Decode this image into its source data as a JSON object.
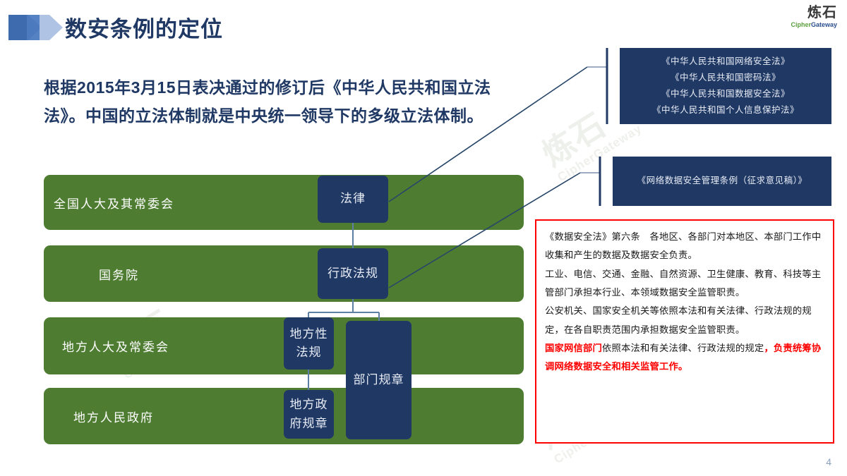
{
  "slide": {
    "title": "数安条例的定位",
    "page_number": "4",
    "accent_navy": "#1F3864",
    "accent_green": "#4E7D32",
    "accent_red": "#ff0000"
  },
  "logo": {
    "cn": "炼石",
    "en_part1": "Cipher",
    "en_part2": "Gateway",
    "watermark_cn": "炼石",
    "watermark_en": "CipherGateway"
  },
  "lead_paragraph": "根据2015年3月15日表决通过的修订后《中华人民共和国立法法》。中国的立法体制就是中央统一领导下的多级立法体制。",
  "hierarchy": {
    "rows": [
      {
        "organ": "全国人大及其常委会",
        "instrument": "法律"
      },
      {
        "organ": "国务院",
        "instrument": "行政法规"
      },
      {
        "organ": "地方人大及常委会",
        "instrument": "地方性法规"
      },
      {
        "organ": "地方人民政府",
        "instrument": "地方政府规章"
      }
    ],
    "department_rules": "部门规章"
  },
  "laws_box": {
    "items": [
      "《中华人民共和国网络安全法》",
      "《中华人民共和国密码法》",
      "《中华人民共和国数据安全法》",
      "《中华人民共和国个人信息保护法》"
    ]
  },
  "regulation_box": {
    "item": "《网络数据安全管理条例（征求意见稿）》"
  },
  "quote_box": {
    "p1": "《数据安全法》第六条　各地区、各部门对本地区、本部门工作中收集和产生的数据及数据安全负责。",
    "p2": "工业、电信、交通、金融、自然资源、卫生健康、教育、科技等主管部门承担本行业、本领域数据安全监管职责。",
    "p3": "公安机关、国家安全机关等依照本法和有关法律、行政法规的规定，在各自职责范围内承担数据安全监管职责。",
    "p4_red_lead": "国家网信部门",
    "p4_black": "依照本法和有关法律、行政法规的规定",
    "p4_red_tail": "，负责统筹协调网络数据安全和相关监管工作。"
  }
}
